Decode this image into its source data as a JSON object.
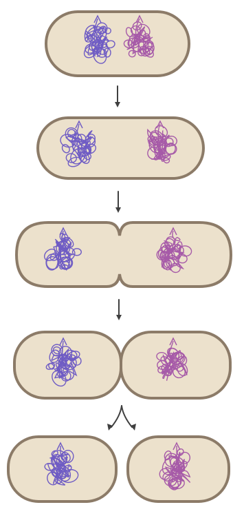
{
  "stages": [
    {
      "id": "replication",
      "cells": 1,
      "nucleoids": 2
    },
    {
      "id": "segregation",
      "cells": 1,
      "nucleoids": 2
    },
    {
      "id": "constriction",
      "cells": 1,
      "nucleoids": 2
    },
    {
      "id": "septum",
      "cells": 2,
      "nucleoids": 2
    },
    {
      "id": "separated-daughters",
      "cells": 2,
      "nucleoids": 2
    }
  ],
  "colors": {
    "cytoplasm": "#ece1cc",
    "cell_wall": "#8c7b68",
    "dna_blue": "#6f5cc4",
    "dna_violet": "#a65aa8",
    "arrow": "#3f3f3f",
    "background": "#ffffff"
  },
  "icons": [
    "down-arrow-icon",
    "split-arrow-icon"
  ]
}
